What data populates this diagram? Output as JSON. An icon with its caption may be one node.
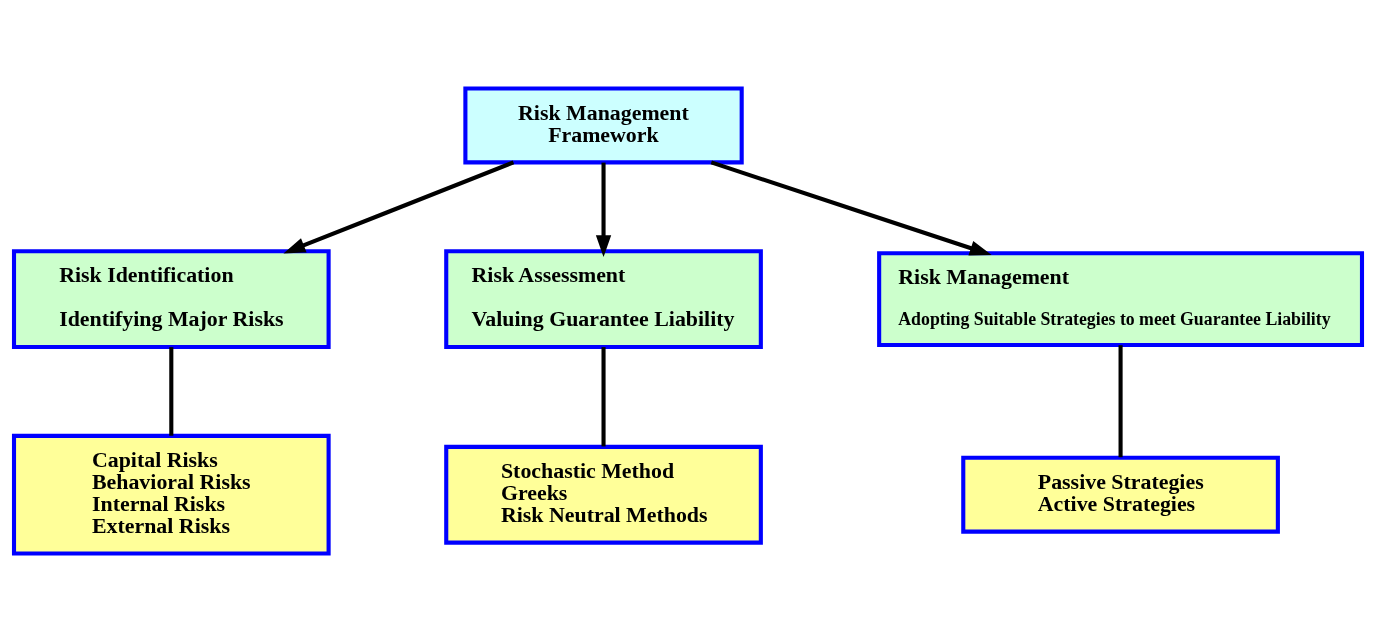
{
  "diagram": {
    "nodes": [
      {
        "text": [
          "Risk Management Framework"
        ]
      },
      {
        "text": [
          "Risk Identification",
          "Identifying Major Risks"
        ]
      },
      {
        "text": [
          "Risk Assessment",
          "Valuing Guarantee Liability"
        ]
      },
      {
        "text": [
          "Risk Management",
          "Adopting Suitable Strategies to meet Guarantee Liability"
        ]
      },
      {
        "text": [
          "Capital Risks",
          "Behavioral Risks",
          "Internal Risks",
          "External Risks"
        ]
      },
      {
        "text": [
          "Stochastic Method",
          "Greeks",
          "Risk Neutral Methods"
        ]
      },
      {
        "text": [
          "Passive Strategies",
          "Active Strategies"
        ]
      }
    ],
    "edges": [
      {
        "from": 0,
        "to": 1,
        "arrow": "to"
      },
      {
        "from": 0,
        "to": 2,
        "arrow": "to"
      },
      {
        "from": 0,
        "to": 3,
        "arrow": "to"
      },
      {
        "from": 1,
        "to": 4,
        "arrow": "none"
      },
      {
        "from": 2,
        "to": 5,
        "arrow": "none"
      },
      {
        "from": 3,
        "to": 6,
        "arrow": "none"
      }
    ]
  }
}
